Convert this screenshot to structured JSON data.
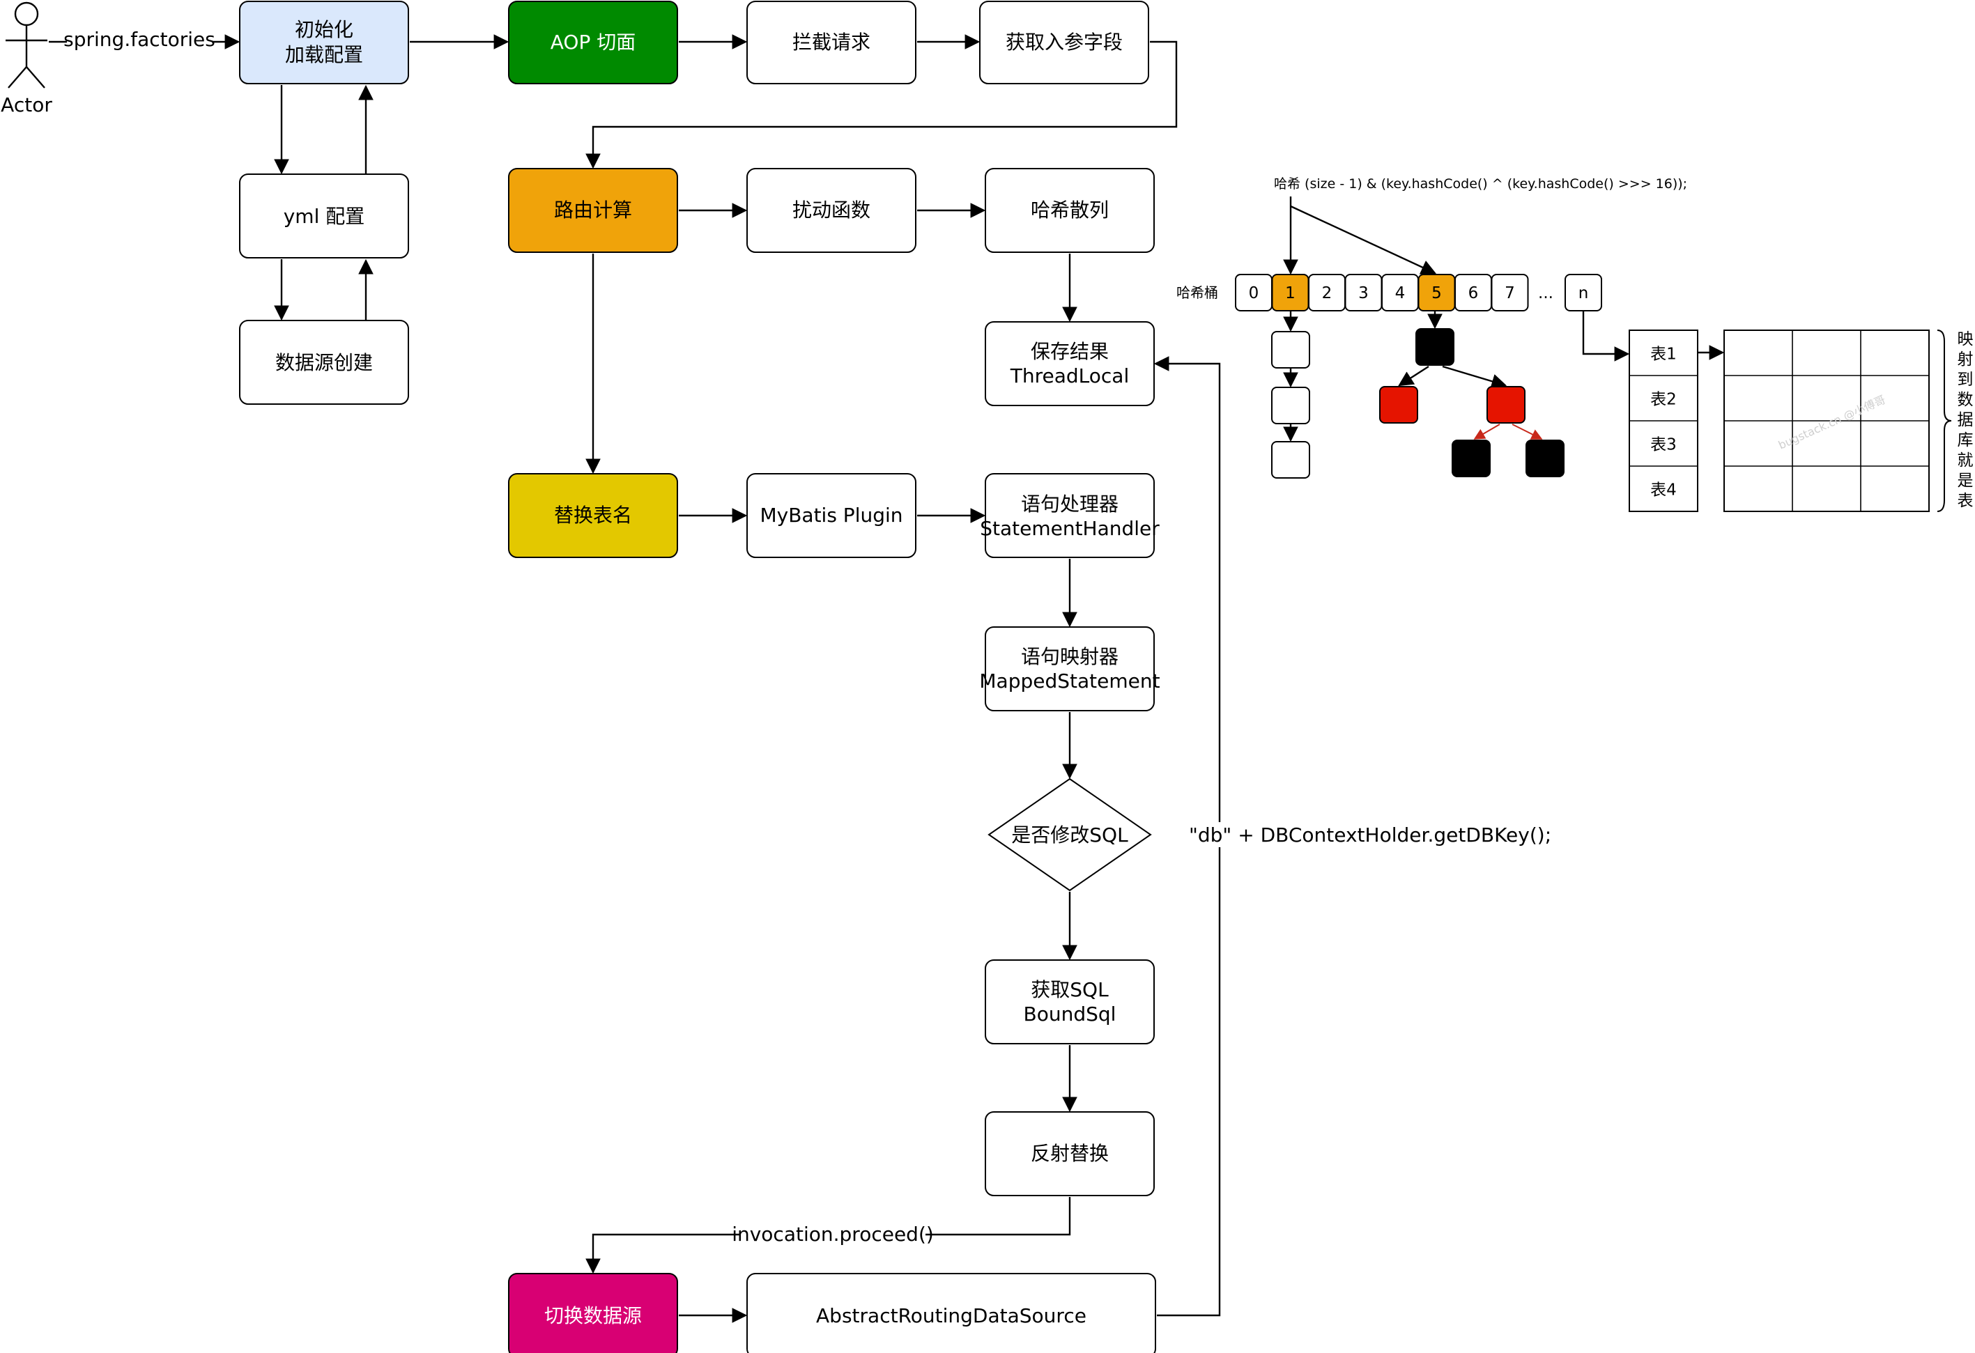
{
  "actor": {
    "label": "Actor"
  },
  "edge_labels": {
    "spring_factories": "spring.factories",
    "invocation_proceed": "invocation.proceed()",
    "db_key": "\"db\" + DBContextHolder.getDBKey();"
  },
  "nodes": {
    "init": {
      "line1": "初始化",
      "line2": "加载配置"
    },
    "yml": {
      "label": "yml 配置"
    },
    "datasource": {
      "label": "数据源创建"
    },
    "aop": {
      "label": "AOP 切面"
    },
    "intercept": {
      "label": "拦截请求"
    },
    "get_param": {
      "label": "获取入参字段"
    },
    "route": {
      "label": "路由计算"
    },
    "disturb": {
      "label": "扰动函数"
    },
    "hash": {
      "label": "哈希散列"
    },
    "save": {
      "line1": "保存结果",
      "line2": "ThreadLocal"
    },
    "replace_table": {
      "label": "替换表名"
    },
    "plugin": {
      "label": "MyBatis Plugin"
    },
    "stmt_handler": {
      "line1": "语句处理器",
      "line2": "StatementHandler"
    },
    "mapped_stmt": {
      "line1": "语句映射器",
      "line2": "MappedStatement"
    },
    "modify_sql": {
      "label": "是否修改SQL"
    },
    "get_sql": {
      "line1": "获取SQL",
      "line2": "BoundSql"
    },
    "reflect": {
      "label": "反射替换"
    },
    "switch_ds": {
      "label": "切换数据源"
    },
    "routing_ds": {
      "label": "AbstractRoutingDataSource"
    }
  },
  "hash_panel": {
    "formula": "哈希   (size - 1) & (key.hashCode() ^ (key.hashCode() >>> 16));",
    "bucket_label": "哈希桶",
    "buckets": [
      "0",
      "1",
      "2",
      "3",
      "4",
      "5",
      "6",
      "7"
    ],
    "ellipsis": "...",
    "last_bucket": "n",
    "highlight_buckets": [
      "1",
      "5"
    ],
    "tables": [
      "表1",
      "表2",
      "表3",
      "表4"
    ],
    "mapping_text": [
      "映",
      "射",
      "到",
      "数",
      "据",
      "库",
      "就",
      "是",
      "表"
    ],
    "watermark": "bugstack.cn @小傅哥"
  },
  "colors": {
    "init_fill": "#dae8fc",
    "aop_fill": "#008a00",
    "route_fill": "#f0a30a",
    "replace_fill": "#e3c800",
    "switch_fill": "#d80073",
    "bucket_highlight": "#f0a30a",
    "tree_red": "#e51400",
    "tree_black": "#000000"
  }
}
